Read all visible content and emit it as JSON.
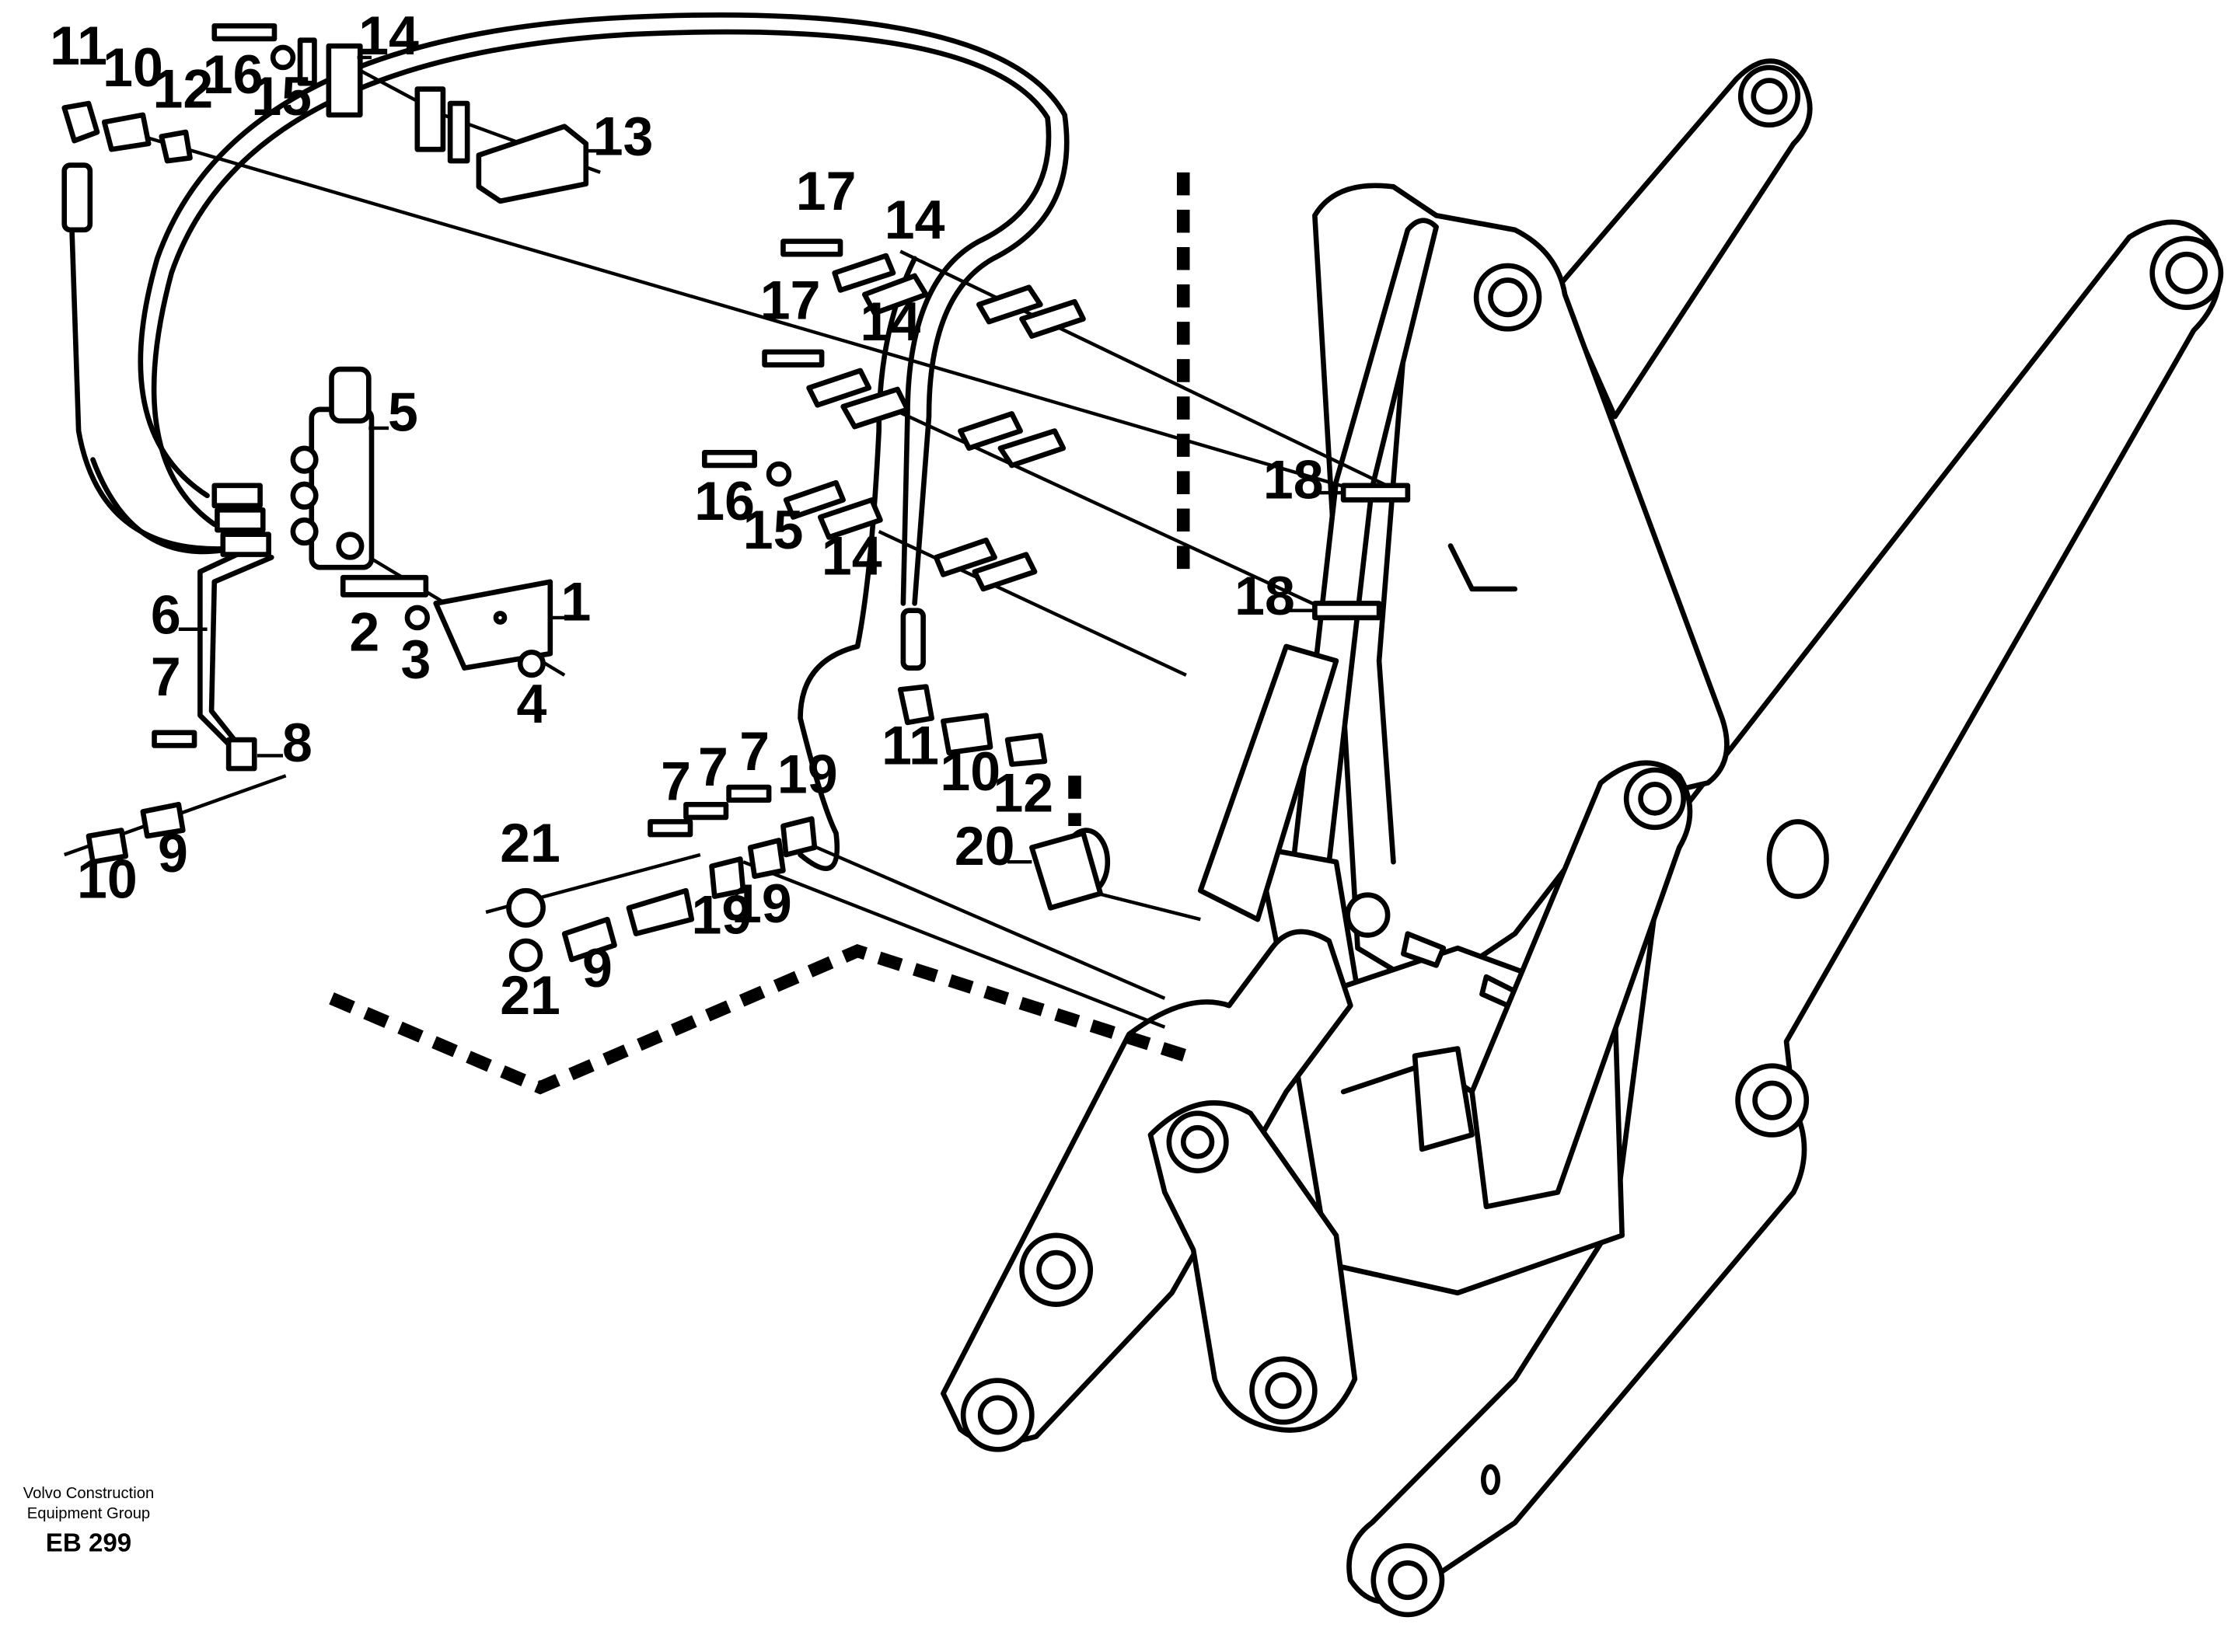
{
  "callouts": [
    {
      "id": "c11a",
      "text": "11"
    },
    {
      "id": "c10a",
      "text": "10"
    },
    {
      "id": "c12a",
      "text": "12"
    },
    {
      "id": "c16a",
      "text": "16"
    },
    {
      "id": "c15a",
      "text": "15"
    },
    {
      "id": "c14a",
      "text": "14"
    },
    {
      "id": "c13",
      "text": "13"
    },
    {
      "id": "c17a",
      "text": "17"
    },
    {
      "id": "c14b",
      "text": "14"
    },
    {
      "id": "c17b",
      "text": "17"
    },
    {
      "id": "c14c",
      "text": "14"
    },
    {
      "id": "c5",
      "text": "5"
    },
    {
      "id": "c16b",
      "text": "16"
    },
    {
      "id": "c15b",
      "text": "15"
    },
    {
      "id": "c14d",
      "text": "14"
    },
    {
      "id": "c18a",
      "text": "18"
    },
    {
      "id": "c18b",
      "text": "18"
    },
    {
      "id": "c1",
      "text": "1"
    },
    {
      "id": "c2",
      "text": "2"
    },
    {
      "id": "c3",
      "text": "3"
    },
    {
      "id": "c4",
      "text": "4"
    },
    {
      "id": "c6",
      "text": "6"
    },
    {
      "id": "c7a",
      "text": "7"
    },
    {
      "id": "c8",
      "text": "8"
    },
    {
      "id": "c9a",
      "text": "9"
    },
    {
      "id": "c10b",
      "text": "10"
    },
    {
      "id": "c11b",
      "text": "11"
    },
    {
      "id": "c10c",
      "text": "10"
    },
    {
      "id": "c12b",
      "text": "12"
    },
    {
      "id": "c7b",
      "text": "7"
    },
    {
      "id": "c7c",
      "text": "7"
    },
    {
      "id": "c7d",
      "text": "7"
    },
    {
      "id": "c19a",
      "text": "19"
    },
    {
      "id": "c20",
      "text": "20"
    },
    {
      "id": "c21a",
      "text": "21"
    },
    {
      "id": "c19b",
      "text": "19"
    },
    {
      "id": "c19c",
      "text": "19"
    },
    {
      "id": "c9b",
      "text": "9"
    },
    {
      "id": "c21b",
      "text": "21"
    }
  ],
  "footer": {
    "line1": "Volvo Construction",
    "line2": "Equipment Group",
    "code": "EB 299"
  }
}
